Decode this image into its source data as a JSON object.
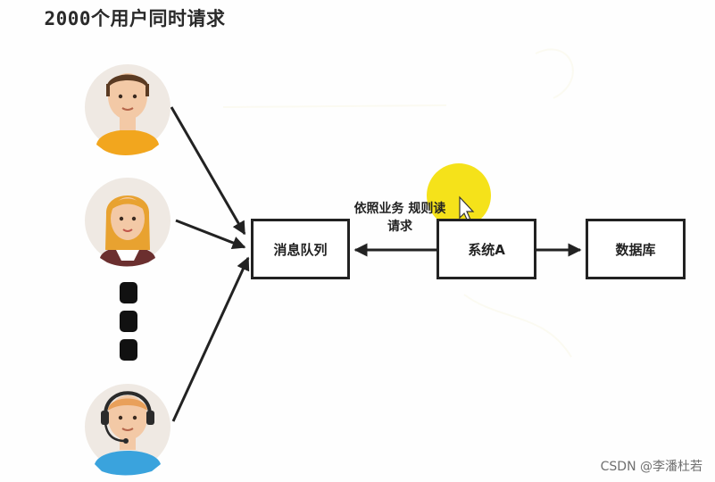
{
  "diagram": {
    "title": "2000个用户同时请求",
    "nodes": {
      "queue": "消息队列",
      "system_a": "系统A",
      "database": "数据库"
    },
    "edge_label": "依照业务 规则读请求",
    "users": [
      {
        "avatar": "man-avatar"
      },
      {
        "avatar": "woman-avatar"
      },
      {
        "avatar": "headset-man-avatar"
      }
    ],
    "ellipsis_dots": 3
  },
  "watermark": "CSDN @李潘杜若",
  "colors": {
    "line": "#222222",
    "cursor_highlight": "#f5e21a",
    "avatar_bg": "#efe9e3",
    "skin": "#f3c9a6",
    "shirt_man": "#f2a61e",
    "shirt_headset": "#3aa3dd",
    "hair_man": "#5a3a22",
    "hair_woman": "#e8a230"
  }
}
